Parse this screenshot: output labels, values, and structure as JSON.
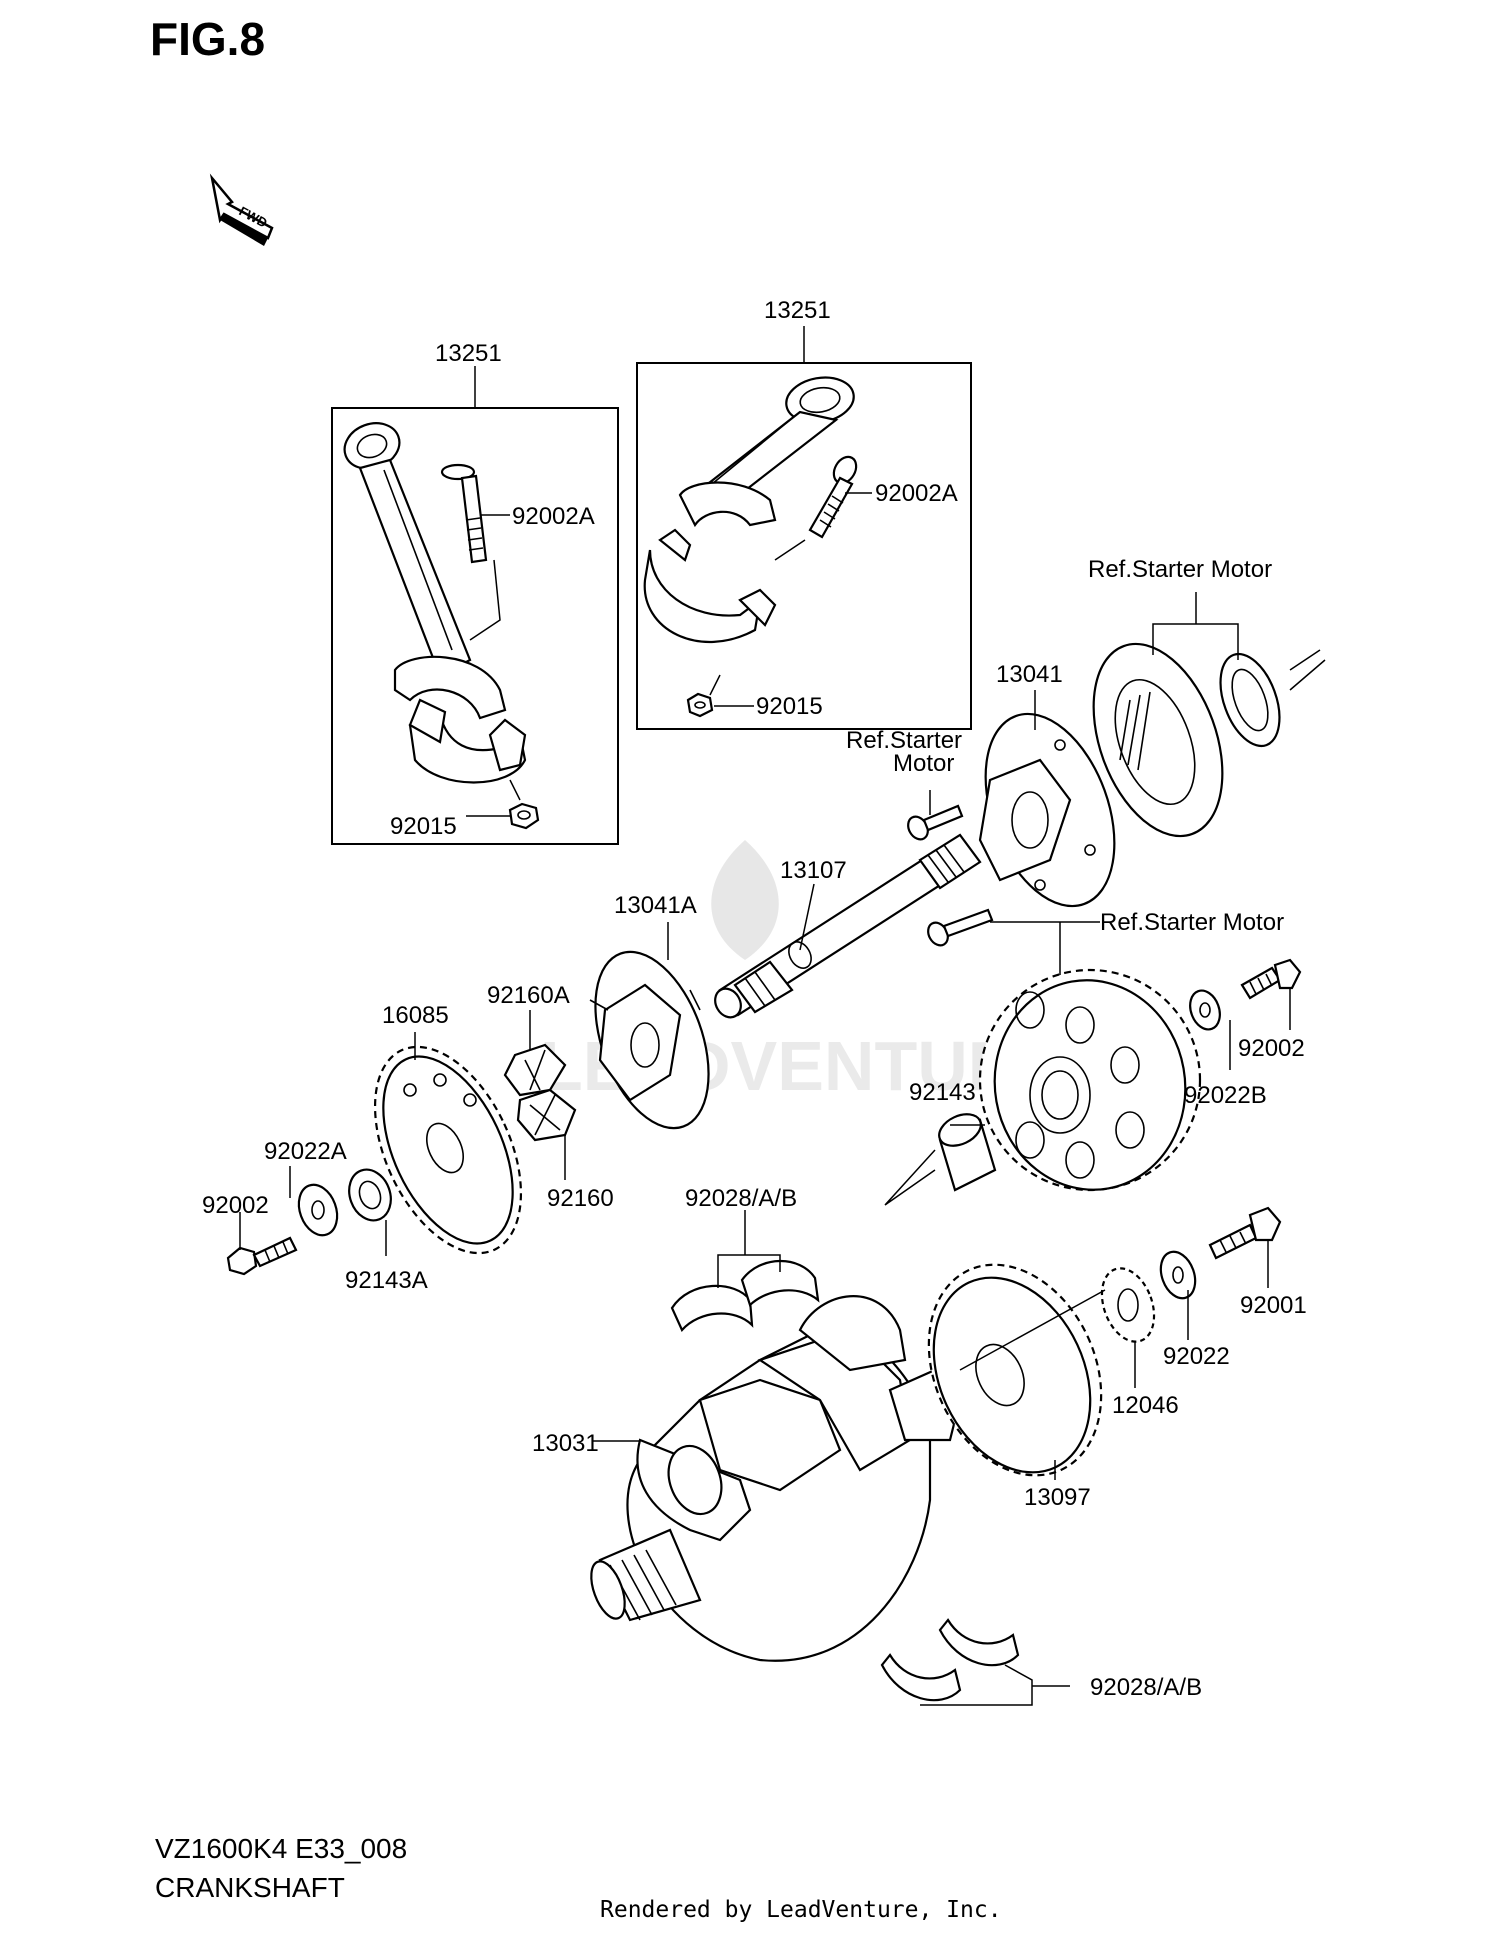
{
  "figure": {
    "title": "FIG.8",
    "model_code": "VZ1600K4 E33_008",
    "section_name": "CRANKSHAFT",
    "credit": "Rendered by LeadVenture, Inc.",
    "fwd_label": "FWD",
    "watermark": "LEADVENTURE"
  },
  "labels": {
    "conrod_left": "13251",
    "conrod_right": "13251",
    "bolt_left": "92002A",
    "bolt_right": "92002A",
    "nut_right": "92015",
    "nut_left": "92015",
    "ref_starter_top": "Ref.Starter Motor",
    "starter_clutch": "13041",
    "ref_starter_mid": "Ref.Starter\nMotor",
    "shaft": "13107",
    "clutch_a": "13041A",
    "ref_starter_right": "Ref.Starter Motor",
    "damper_a": "92160A",
    "gear_16085": "16085",
    "bolt_92002_right": "92002",
    "washer_b": "92022B",
    "bushing": "92143",
    "washer_a": "92022A",
    "damper": "92160",
    "bearing_top": "92028/A/B",
    "bolt_92002_left": "92002",
    "bushing_a": "92143A",
    "bolt_92001": "92001",
    "washer_92022": "92022",
    "gear_12046": "12046",
    "crankshaft": "13031",
    "gear_13097": "13097",
    "bearing_bottom": "92028/A/B"
  }
}
